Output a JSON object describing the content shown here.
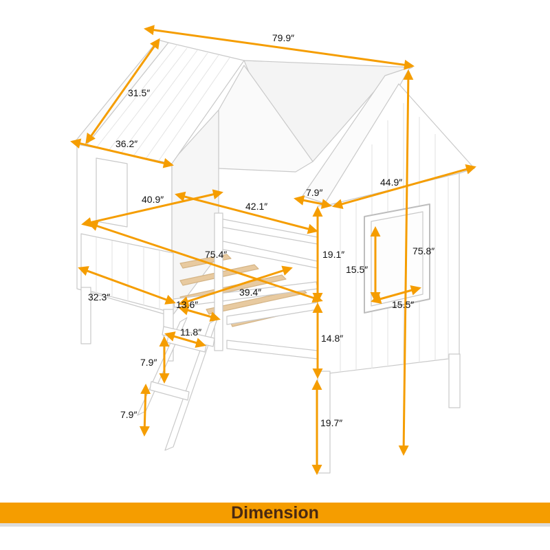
{
  "banner": {
    "title": "Dimension"
  },
  "colors": {
    "accent": "#f59d00",
    "banner_text": "#4a2a12",
    "bed": "#ffffff",
    "outline": "#c9c9c9",
    "slat": "#e8caa0"
  },
  "icons": {
    "arrow": "double-headed-dimension-arrow"
  },
  "dimensions": {
    "total_length": "79.9″",
    "roof_slope": "31.5″",
    "roof_width": "36.2″",
    "right_roof_depth": "7.9″",
    "right_width": "44.9″",
    "front_width": "40.9″",
    "rail_length": "42.1″",
    "mattress_length": "75.4″",
    "rail_height": "19.1″",
    "window_height": "15.5″",
    "total_height": "75.8″",
    "end_width": "32.3″",
    "ladder_gap": "13.6″",
    "slat_span": "39.4″",
    "window_width": "15.5″",
    "ladder_width": "11.8″",
    "ladder_step_upper": "7.9″",
    "ladder_step_lower": "7.9″",
    "lower_rail_height": "14.8″",
    "leg_height": "19.7″"
  }
}
